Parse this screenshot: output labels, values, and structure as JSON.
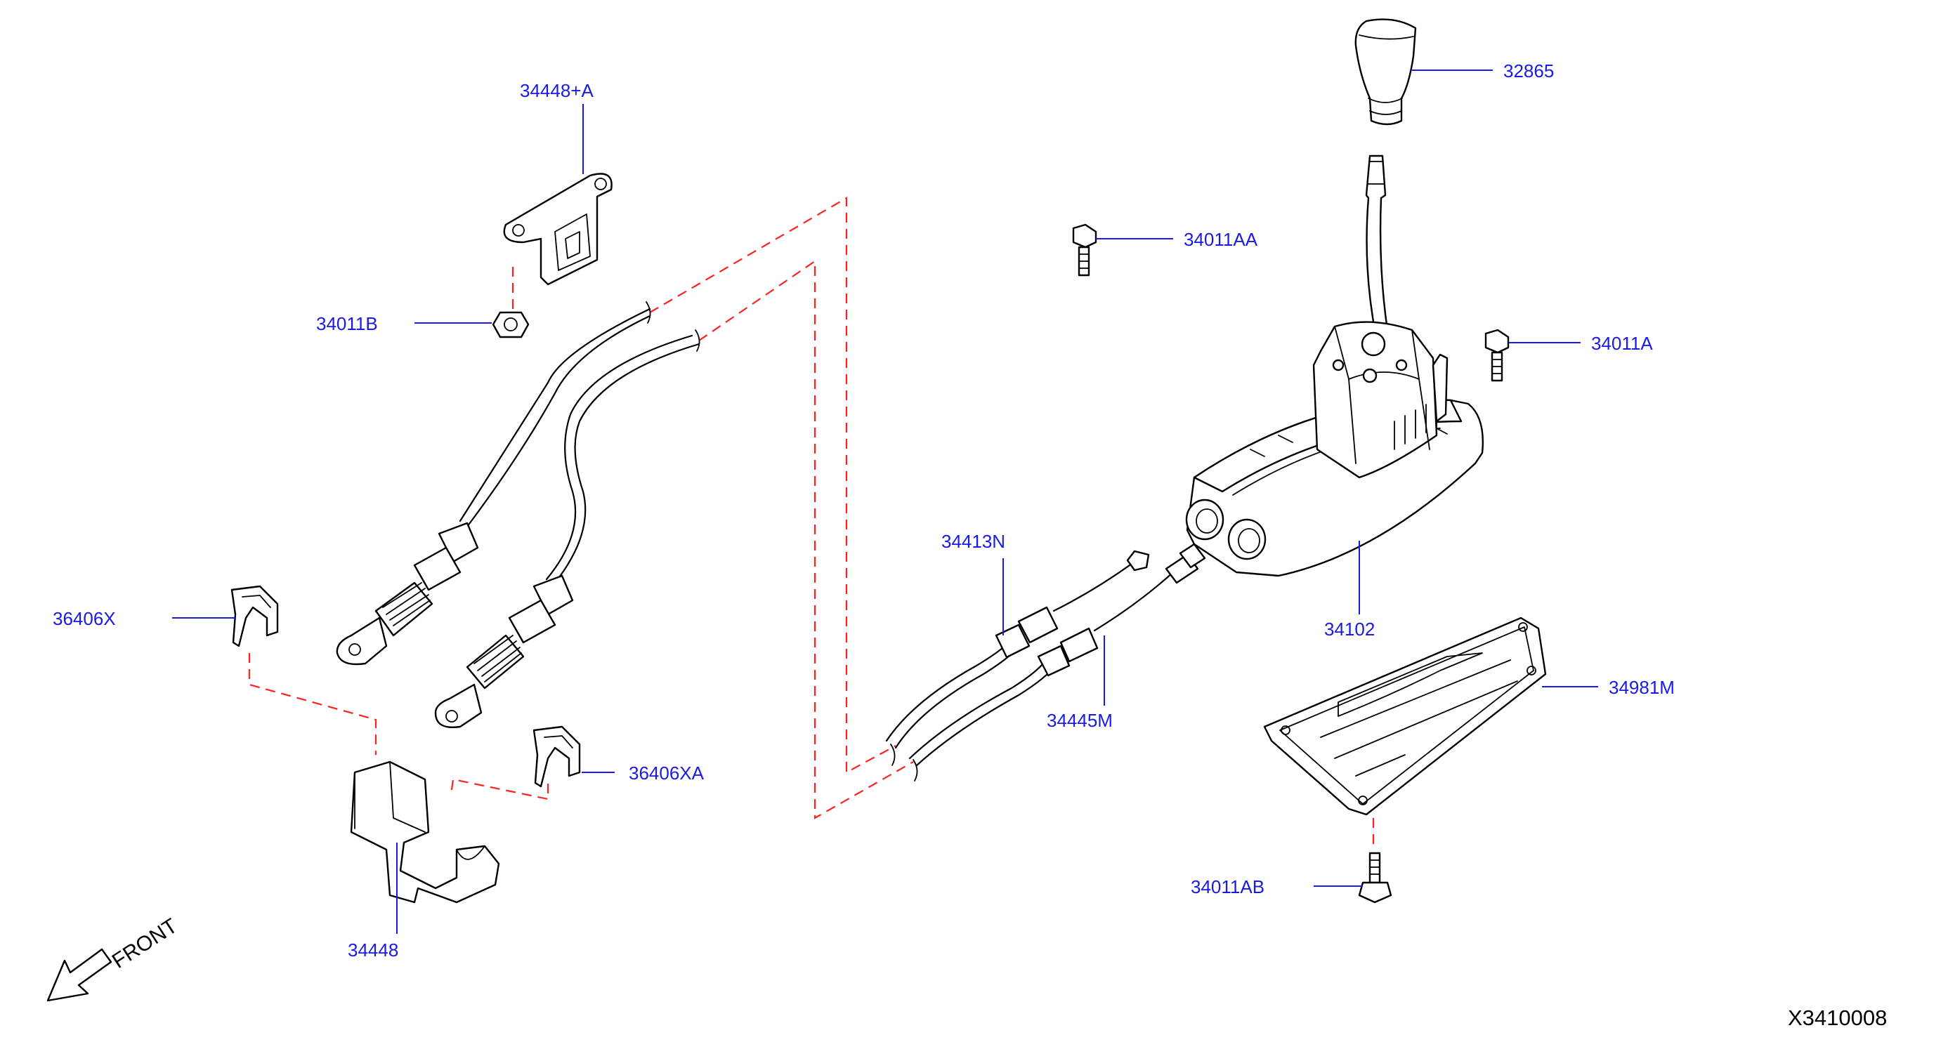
{
  "diagram_id": "X3410008",
  "direction_label": "FRONT",
  "parts": [
    {
      "id": "32865",
      "label": "32865"
    },
    {
      "id": "34448-A",
      "label": "34448+A"
    },
    {
      "id": "34011AA",
      "label": "34011AA"
    },
    {
      "id": "34011B",
      "label": "34011B"
    },
    {
      "id": "34011A",
      "label": "34011A"
    },
    {
      "id": "34413N",
      "label": "34413N"
    },
    {
      "id": "36406X",
      "label": "36406X"
    },
    {
      "id": "34102",
      "label": "34102"
    },
    {
      "id": "34981M",
      "label": "34981M"
    },
    {
      "id": "34445M",
      "label": "34445M"
    },
    {
      "id": "36406XA",
      "label": "36406XA"
    },
    {
      "id": "34011AB",
      "label": "34011AB"
    },
    {
      "id": "34448",
      "label": "34448"
    }
  ],
  "colors": {
    "label": "#1a1ae6",
    "leader": "#1a1ae6",
    "dashed_link": "#ff2020",
    "linework": "#000000",
    "background": "#ffffff"
  }
}
